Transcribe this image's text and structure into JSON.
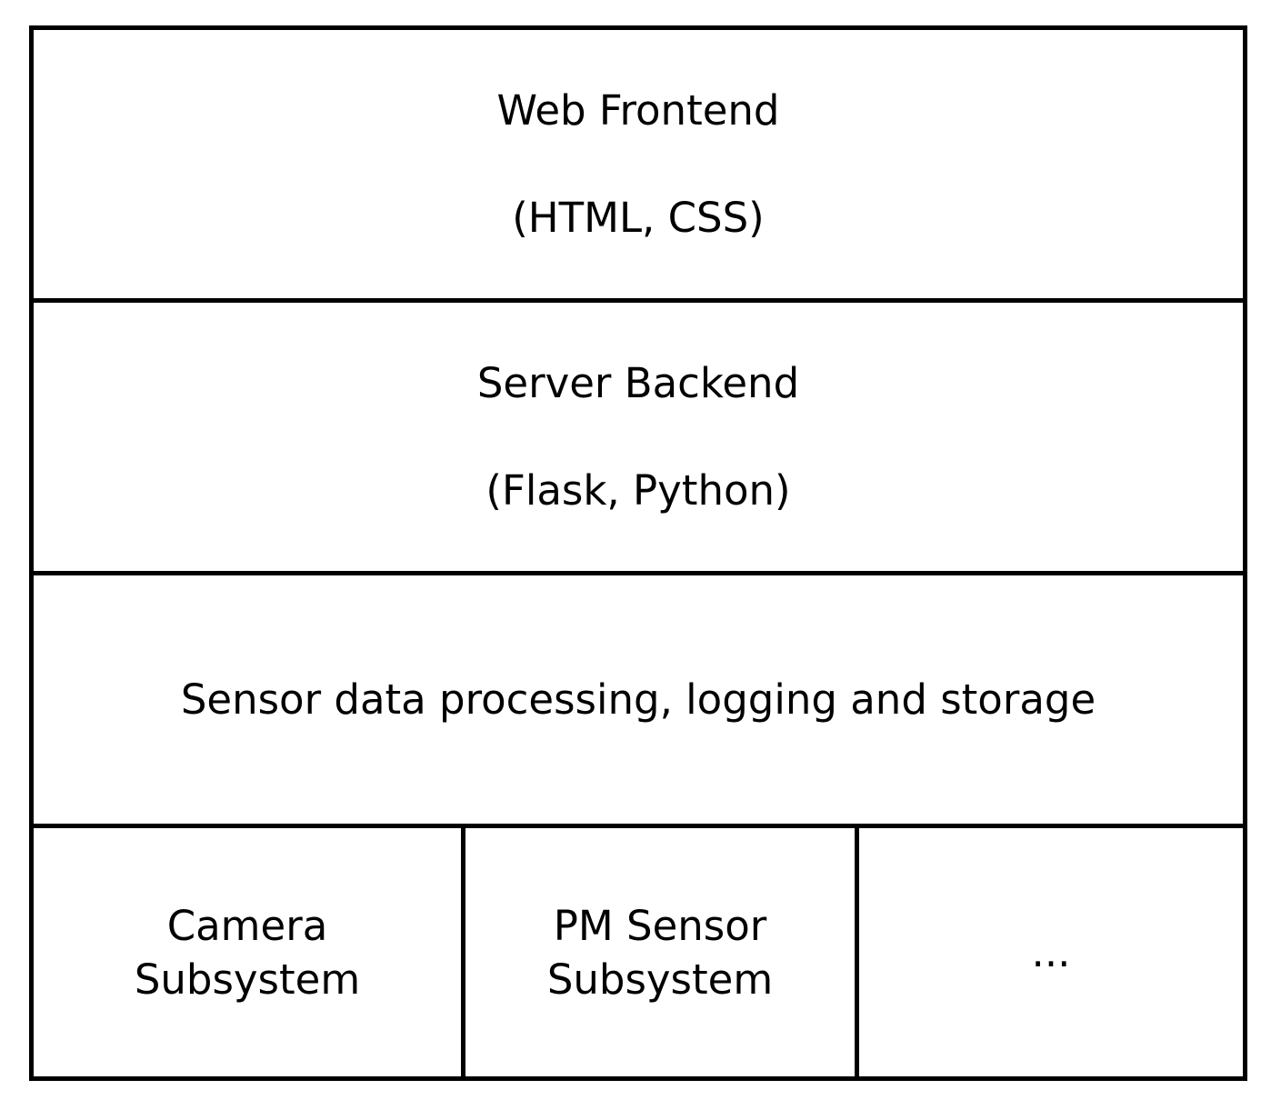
{
  "layers": [
    {
      "line1": "Web Frontend",
      "line2": "(HTML, CSS)"
    },
    {
      "line1": "Server Backend",
      "line2": "(Flask, Python)"
    },
    {
      "line1": "Sensor data processing, logging and storage"
    }
  ],
  "subsystems": [
    {
      "line1": "Camera",
      "line2": "Subsystem"
    },
    {
      "line1": "PM Sensor",
      "line2": "Subsystem"
    },
    {
      "line1": "..."
    }
  ]
}
